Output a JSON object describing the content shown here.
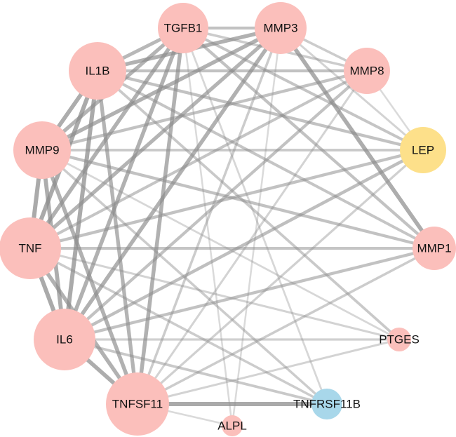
{
  "network": {
    "colors": {
      "node_default": "#fbbfbb",
      "node_gold": "#fde08a",
      "node_blue": "#a8d7ea",
      "edge": "#8c8c8c"
    },
    "nodes": [
      {
        "id": "TGFB1",
        "label": "TGFB1",
        "color": "node_default",
        "degree": 11
      },
      {
        "id": "MMP3",
        "label": "MMP3",
        "color": "node_default",
        "degree": 10
      },
      {
        "id": "IL1B",
        "label": "IL1B",
        "color": "node_default",
        "degree": 11
      },
      {
        "id": "MMP8",
        "label": "MMP8",
        "color": "node_default",
        "degree": 7
      },
      {
        "id": "MMP9",
        "label": "MMP9",
        "color": "node_default",
        "degree": 11
      },
      {
        "id": "LEP",
        "label": "LEP",
        "color": "node_gold",
        "degree": 8
      },
      {
        "id": "TNF",
        "label": "TNF",
        "color": "node_default",
        "degree": 12
      },
      {
        "id": "MMP1",
        "label": "MMP1",
        "color": "node_default",
        "degree": 7
      },
      {
        "id": "IL6",
        "label": "IL6",
        "color": "node_default",
        "degree": 13
      },
      {
        "id": "PTGES",
        "label": "PTGES",
        "color": "node_default",
        "degree": 4
      },
      {
        "id": "TNFSF11",
        "label": "TNFSF11",
        "color": "node_default",
        "degree": 13
      },
      {
        "id": "TNFRSF11B",
        "label": "TNFRSF11B",
        "color": "node_blue",
        "degree": 5
      },
      {
        "id": "ALPL",
        "label": "ALPL",
        "color": "node_default",
        "degree": 3
      }
    ],
    "edges": [
      {
        "source": "TGFB1",
        "target": "MMP3",
        "weight": 0.55
      },
      {
        "source": "TGFB1",
        "target": "IL1B",
        "weight": 0.7
      },
      {
        "source": "TGFB1",
        "target": "MMP8",
        "weight": 0.4
      },
      {
        "source": "TGFB1",
        "target": "MMP9",
        "weight": 0.75
      },
      {
        "source": "TGFB1",
        "target": "LEP",
        "weight": 0.5
      },
      {
        "source": "TGFB1",
        "target": "TNF",
        "weight": 0.8
      },
      {
        "source": "TGFB1",
        "target": "MMP1",
        "weight": 0.55
      },
      {
        "source": "TGFB1",
        "target": "IL6",
        "weight": 0.8
      },
      {
        "source": "TGFB1",
        "target": "TNFSF11",
        "weight": 0.8
      },
      {
        "source": "TGFB1",
        "target": "TNFRSF11B",
        "weight": 0.25
      },
      {
        "source": "TGFB1",
        "target": "ALPL",
        "weight": 0.2
      },
      {
        "source": "MMP3",
        "target": "IL1B",
        "weight": 0.8
      },
      {
        "source": "MMP3",
        "target": "MMP8",
        "weight": 0.4
      },
      {
        "source": "MMP3",
        "target": "MMP9",
        "weight": 0.8
      },
      {
        "source": "MMP3",
        "target": "LEP",
        "weight": 0.3
      },
      {
        "source": "MMP3",
        "target": "TNF",
        "weight": 0.75
      },
      {
        "source": "MMP3",
        "target": "MMP1",
        "weight": 0.85
      },
      {
        "source": "MMP3",
        "target": "IL6",
        "weight": 0.8
      },
      {
        "source": "MMP3",
        "target": "TNFSF11",
        "weight": 0.4
      },
      {
        "source": "MMP3",
        "target": "ALPL",
        "weight": 0.2
      },
      {
        "source": "IL1B",
        "target": "MMP8",
        "weight": 0.55
      },
      {
        "source": "IL1B",
        "target": "MMP9",
        "weight": 0.85
      },
      {
        "source": "IL1B",
        "target": "LEP",
        "weight": 0.55
      },
      {
        "source": "IL1B",
        "target": "TNF",
        "weight": 0.9
      },
      {
        "source": "IL1B",
        "target": "MMP1",
        "weight": 0.5
      },
      {
        "source": "IL1B",
        "target": "IL6",
        "weight": 0.9
      },
      {
        "source": "IL1B",
        "target": "PTGES",
        "weight": 0.45
      },
      {
        "source": "IL1B",
        "target": "TNFSF11",
        "weight": 0.75
      },
      {
        "source": "MMP8",
        "target": "MMP9",
        "weight": 0.55
      },
      {
        "source": "MMP8",
        "target": "LEP",
        "weight": 0.2
      },
      {
        "source": "MMP8",
        "target": "TNF",
        "weight": 0.5
      },
      {
        "source": "MMP8",
        "target": "IL6",
        "weight": 0.55
      },
      {
        "source": "MMP8",
        "target": "TNFSF11",
        "weight": 0.3
      },
      {
        "source": "MMP9",
        "target": "LEP",
        "weight": 0.45
      },
      {
        "source": "MMP9",
        "target": "TNF",
        "weight": 0.9
      },
      {
        "source": "MMP9",
        "target": "MMP1",
        "weight": 0.55
      },
      {
        "source": "MMP9",
        "target": "IL6",
        "weight": 0.85
      },
      {
        "source": "MMP9",
        "target": "PTGES",
        "weight": 0.25
      },
      {
        "source": "MMP9",
        "target": "TNFSF11",
        "weight": 0.8
      },
      {
        "source": "MMP9",
        "target": "TNFRSF11B",
        "weight": 0.4
      },
      {
        "source": "LEP",
        "target": "TNF",
        "weight": 0.55
      },
      {
        "source": "LEP",
        "target": "IL6",
        "weight": 0.6
      },
      {
        "source": "LEP",
        "target": "TNFSF11",
        "weight": 0.35
      },
      {
        "source": "TNF",
        "target": "MMP1",
        "weight": 0.5
      },
      {
        "source": "TNF",
        "target": "IL6",
        "weight": 0.9
      },
      {
        "source": "TNF",
        "target": "PTGES",
        "weight": 0.3
      },
      {
        "source": "TNF",
        "target": "TNFSF11",
        "weight": 0.8
      },
      {
        "source": "TNF",
        "target": "TNFRSF11B",
        "weight": 0.4
      },
      {
        "source": "MMP1",
        "target": "IL6",
        "weight": 0.55
      },
      {
        "source": "MMP1",
        "target": "TNFSF11",
        "weight": 0.4
      },
      {
        "source": "IL6",
        "target": "PTGES",
        "weight": 0.35
      },
      {
        "source": "IL6",
        "target": "TNFSF11",
        "weight": 0.85
      },
      {
        "source": "IL6",
        "target": "TNFRSF11B",
        "weight": 0.45
      },
      {
        "source": "TNFSF11",
        "target": "TNFRSF11B",
        "weight": 0.9
      },
      {
        "source": "TNFSF11",
        "target": "ALPL",
        "weight": 0.2
      },
      {
        "source": "TNFSF11",
        "target": "PTGES",
        "weight": 0.3
      }
    ]
  }
}
